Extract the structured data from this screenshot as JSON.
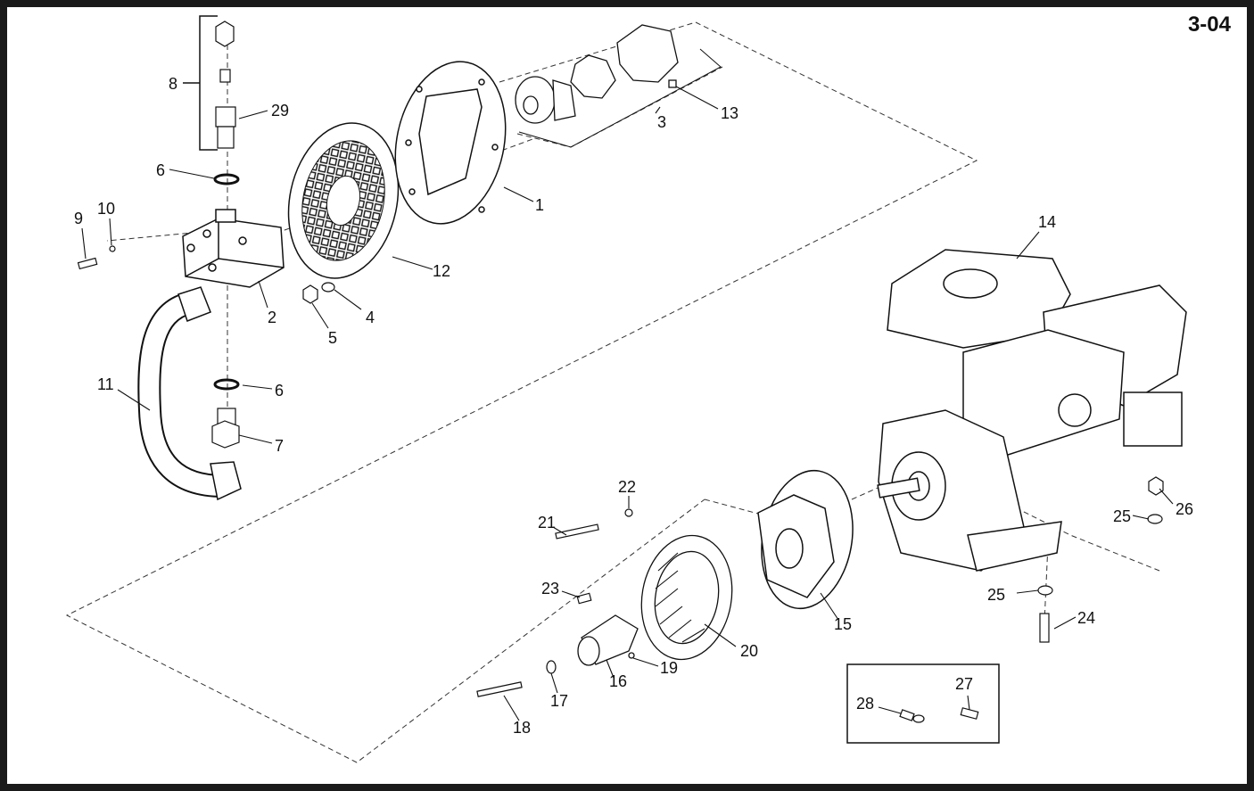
{
  "page_id": "3-04",
  "callouts": [
    {
      "id": "c1",
      "text": "1"
    },
    {
      "id": "c2",
      "text": "2"
    },
    {
      "id": "c3",
      "text": "3"
    },
    {
      "id": "c4",
      "text": "4"
    },
    {
      "id": "c5",
      "text": "5"
    },
    {
      "id": "c6a",
      "text": "6"
    },
    {
      "id": "c6b",
      "text": "6"
    },
    {
      "id": "c7",
      "text": "7"
    },
    {
      "id": "c8",
      "text": "8"
    },
    {
      "id": "c9",
      "text": "9"
    },
    {
      "id": "c10",
      "text": "10"
    },
    {
      "id": "c11",
      "text": "11"
    },
    {
      "id": "c12",
      "text": "12"
    },
    {
      "id": "c13",
      "text": "13"
    },
    {
      "id": "c14",
      "text": "14"
    },
    {
      "id": "c15",
      "text": "15"
    },
    {
      "id": "c16",
      "text": "16"
    },
    {
      "id": "c17",
      "text": "17"
    },
    {
      "id": "c18",
      "text": "18"
    },
    {
      "id": "c19",
      "text": "19"
    },
    {
      "id": "c20",
      "text": "20"
    },
    {
      "id": "c21",
      "text": "21"
    },
    {
      "id": "c22",
      "text": "22"
    },
    {
      "id": "c23",
      "text": "23"
    },
    {
      "id": "c24",
      "text": "24"
    },
    {
      "id": "c25a",
      "text": "25"
    },
    {
      "id": "c25b",
      "text": "25"
    },
    {
      "id": "c26",
      "text": "26"
    },
    {
      "id": "c27",
      "text": "27"
    },
    {
      "id": "c28",
      "text": "28"
    },
    {
      "id": "c29",
      "text": "29"
    }
  ],
  "colors": {
    "ink": "#111111",
    "frame": "#1a1a1a",
    "paper": "#ffffff",
    "shade": "#d9d9d9"
  }
}
